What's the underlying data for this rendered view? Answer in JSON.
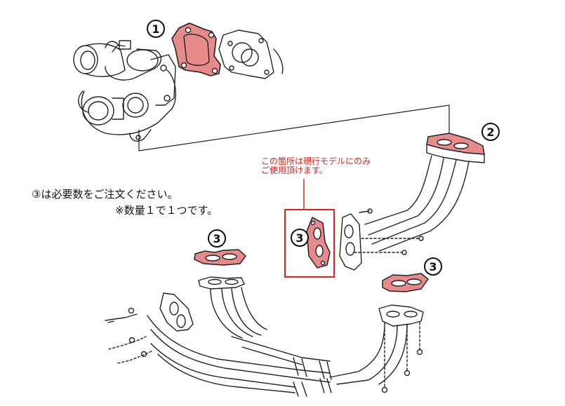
{
  "labels": {
    "part1": "1",
    "part2": "2",
    "part3a": "3",
    "part3b": "3",
    "part3c": "3"
  },
  "notes": {
    "line1": "③は必要数をご注文ください。",
    "line2": "※数量１で１つです。"
  },
  "callout": {
    "line1": "この箇所は現行モデルにのみ",
    "line2": "ご使用頂けます。"
  },
  "colors": {
    "highlight": "#e88a8a",
    "callout": "#e0201a",
    "line": "#222222"
  },
  "icons": {
    "turbo": "turbocharger-drawing",
    "front_pipe": "front-pipe-drawing",
    "manifold": "exhaust-manifold-drawing",
    "gasket": "gasket-icon",
    "bolt": "bolt-icon"
  }
}
